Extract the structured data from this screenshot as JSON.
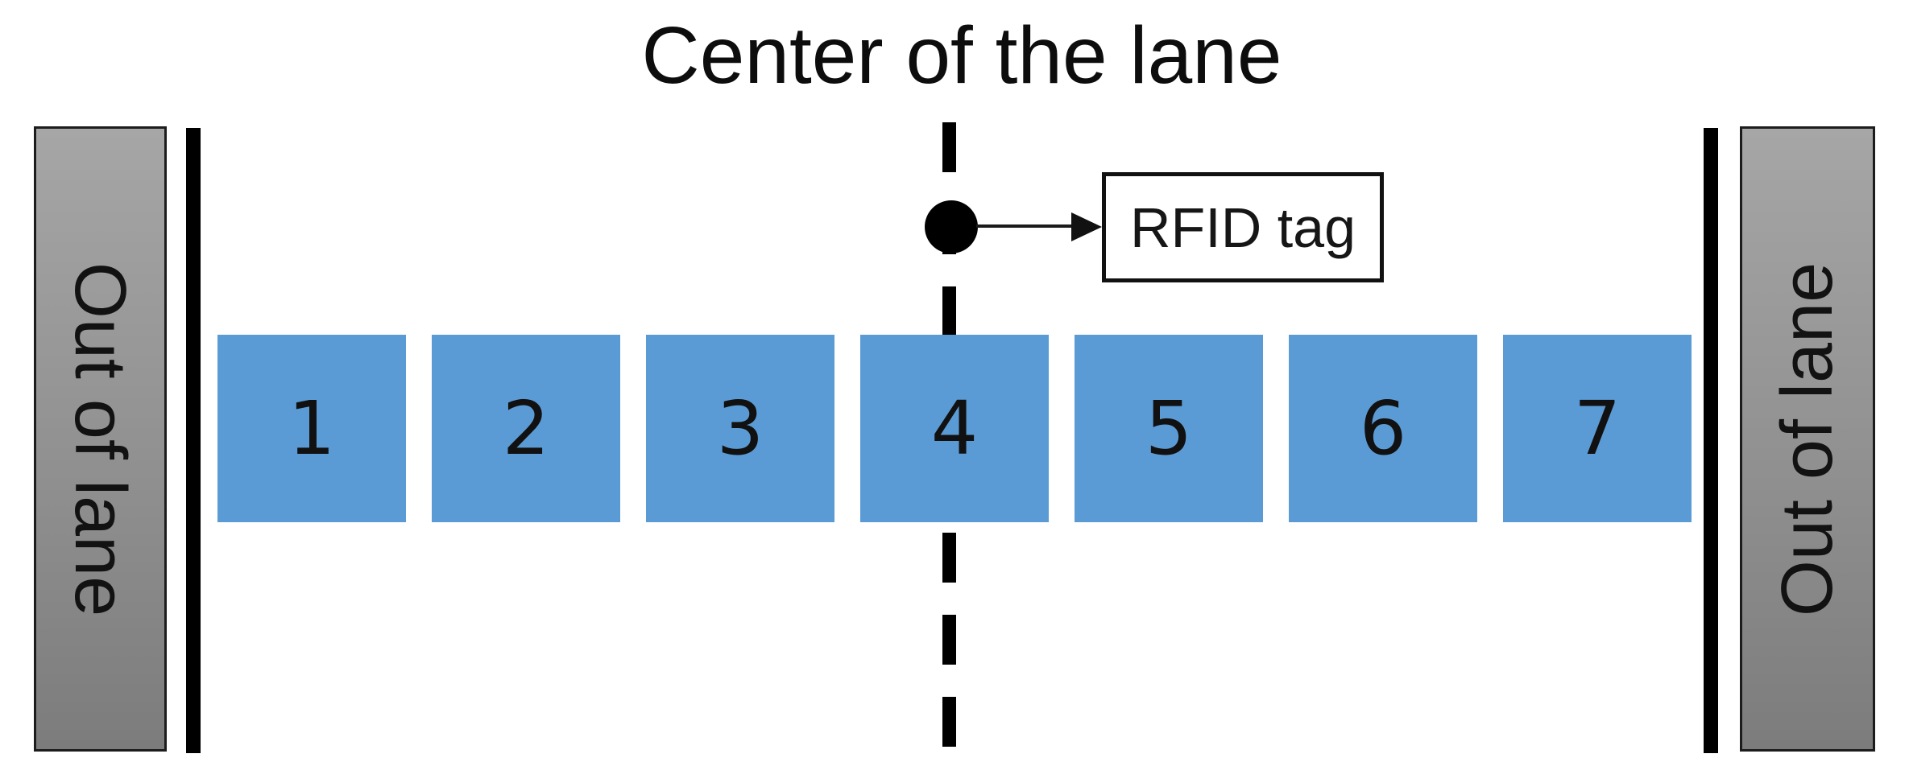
{
  "diagram": {
    "title": "Center of the lane",
    "rfid": {
      "label": "RFID tag"
    },
    "walls": {
      "left_label": "Out of lane",
      "right_label": "Out of lane"
    },
    "squares": [
      "1",
      "2",
      "3",
      "4",
      "5",
      "6",
      "7"
    ],
    "colors": {
      "square_blue": "#5b9bd5",
      "wall_gray_top": "#a6a6a6",
      "wall_gray_bottom": "#7c7c7c",
      "line_black": "#000000",
      "background": "#ffffff"
    }
  }
}
